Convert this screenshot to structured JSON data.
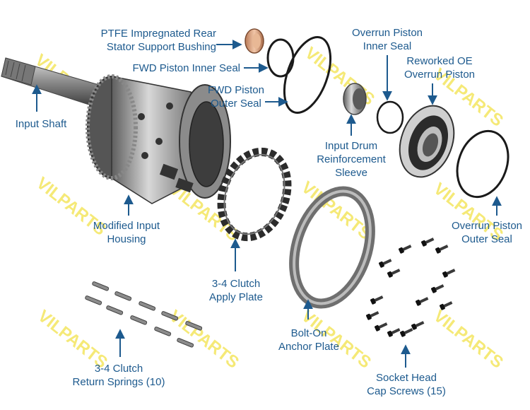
{
  "watermark": "VILPARTS",
  "colors": {
    "label": "#1d5a8e",
    "arrow": "#1d5a8e",
    "watermark": "#f2e24a",
    "metal": "#9a9a9a",
    "ring": "#1a1a1a",
    "bushing": "#d9a27e"
  },
  "labels": {
    "ptfe_bushing": [
      "PTFE Impregnated Rear",
      "Stator Support Bushing"
    ],
    "fwd_inner_seal": [
      "FWD Piston Inner Seal"
    ],
    "fwd_outer_seal": [
      "FWD Piston",
      "Outer Seal"
    ],
    "input_shaft": [
      "Input Shaft"
    ],
    "overrun_inner_seal": [
      "Overrun Piston",
      "Inner Seal"
    ],
    "reworked_piston": [
      "Reworked OE",
      "Overrun Piston"
    ],
    "input_drum_sleeve": [
      "Input Drum",
      "Reinforcement",
      "Sleeve"
    ],
    "modified_housing": [
      "Modified Input",
      "Housing"
    ],
    "overrun_outer_seal": [
      "Overrun Piston",
      "Outer Seal"
    ],
    "clutch_apply_plate": [
      "3-4 Clutch",
      "Apply Plate"
    ],
    "anchor_plate": [
      "Bolt-On",
      "Anchor Plate"
    ],
    "return_springs": [
      "3-4 Clutch",
      "Return Springs (10)"
    ],
    "cap_screws": [
      "Socket Head",
      "Cap Screws (15)"
    ]
  }
}
